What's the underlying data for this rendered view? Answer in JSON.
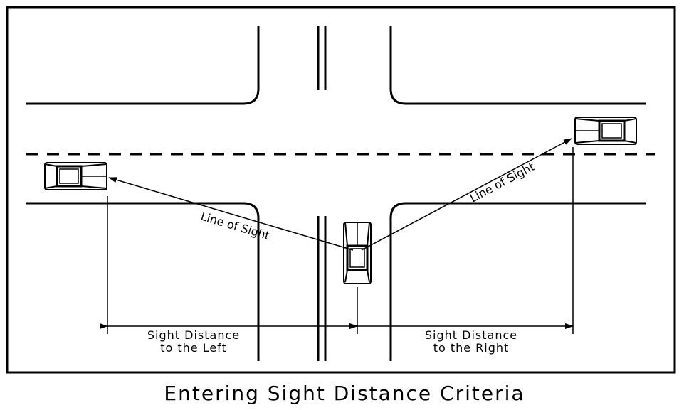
{
  "title": "Entering Sight Distance Criteria",
  "labels": {
    "line_of_sight_left": "Line of Sight",
    "line_of_sight_right": "Line of Sight",
    "sight_distance_left_line1": "Sight Distance",
    "sight_distance_left_line2": "to the Left",
    "sight_distance_right_line1": "Sight Distance",
    "sight_distance_right_line2": "to the Right"
  }
}
